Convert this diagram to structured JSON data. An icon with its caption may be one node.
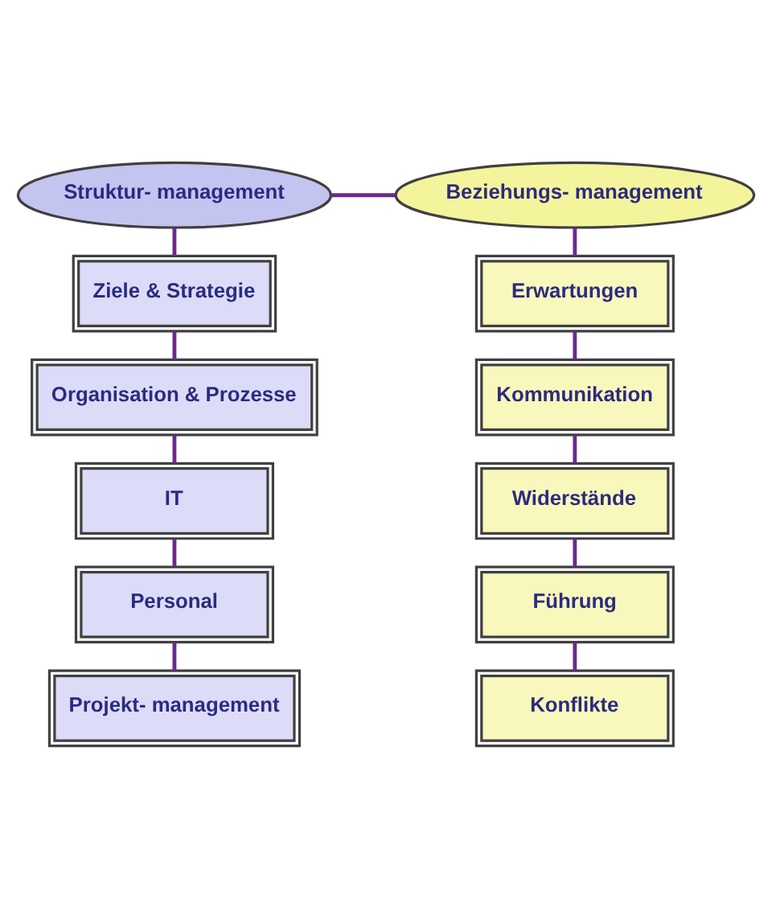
{
  "diagram": {
    "nodes": [
      {
        "text": [
          "Struktur- management"
        ]
      },
      {
        "text": [
          "Beziehungs- management"
        ]
      },
      {
        "text": [
          "Ziele & Strategie"
        ]
      },
      {
        "text": [
          "Organisation & Prozesse"
        ]
      },
      {
        "text": [
          "IT"
        ]
      },
      {
        "text": [
          "Personal"
        ]
      },
      {
        "text": [
          "Projekt- management"
        ]
      },
      {
        "text": [
          "Erwartungen"
        ]
      },
      {
        "text": [
          "Kommunikation"
        ]
      },
      {
        "text": [
          "Widerstände"
        ]
      },
      {
        "text": [
          "Führung"
        ]
      },
      {
        "text": [
          "Konflikte"
        ]
      }
    ],
    "edges": [
      {
        "from": 0,
        "to": 1,
        "arrow": "none"
      },
      {
        "from": 0,
        "to": 2,
        "arrow": "none"
      },
      {
        "from": 2,
        "to": 3,
        "arrow": "none"
      },
      {
        "from": 3,
        "to": 4,
        "arrow": "none"
      },
      {
        "from": 4,
        "to": 5,
        "arrow": "none"
      },
      {
        "from": 5,
        "to": 6,
        "arrow": "none"
      },
      {
        "from": 1,
        "to": 7,
        "arrow": "none"
      },
      {
        "from": 7,
        "to": 8,
        "arrow": "none"
      },
      {
        "from": 8,
        "to": 9,
        "arrow": "none"
      },
      {
        "from": 9,
        "to": 10,
        "arrow": "none"
      },
      {
        "from": 10,
        "to": 11,
        "arrow": "none"
      }
    ]
  }
}
